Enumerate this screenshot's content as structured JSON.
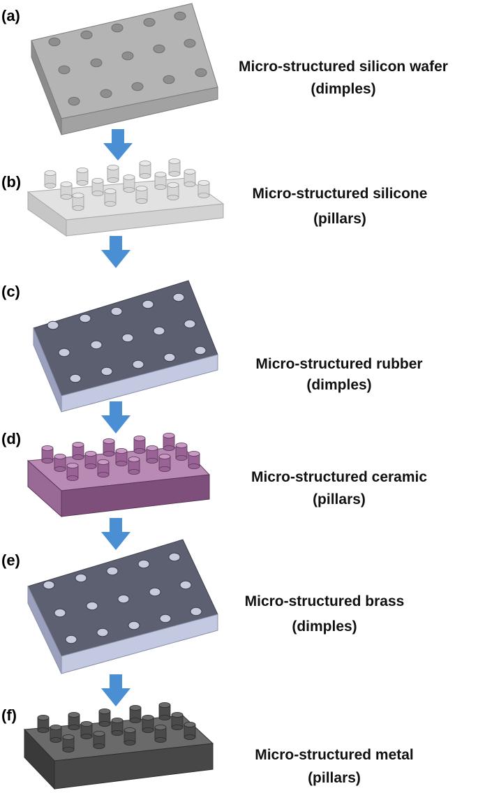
{
  "steps": [
    {
      "letter": "(a)",
      "title": "Micro-structured silicon wafer",
      "structure": "(dimples)",
      "color": "#9a9a9a"
    },
    {
      "letter": "(b)",
      "title": "Micro-structured silicone",
      "structure": "(pillars)",
      "color": "#d6d6d6"
    },
    {
      "letter": "(c)",
      "title": "Micro-structured rubber",
      "structure": "(dimples)",
      "color": "#5a5e6e"
    },
    {
      "letter": "(d)",
      "title": "Micro-structured ceramic",
      "structure": "(pillars)",
      "color": "#8a5a86"
    },
    {
      "letter": "(e)",
      "title": "Micro-structured brass",
      "structure": "(dimples)",
      "color": "#5c6070"
    },
    {
      "letter": "(f)",
      "title": "Micro-structured metal",
      "structure": "(pillars)",
      "color": "#4a4a4a"
    }
  ],
  "arrow_color": "#4a8fd4"
}
